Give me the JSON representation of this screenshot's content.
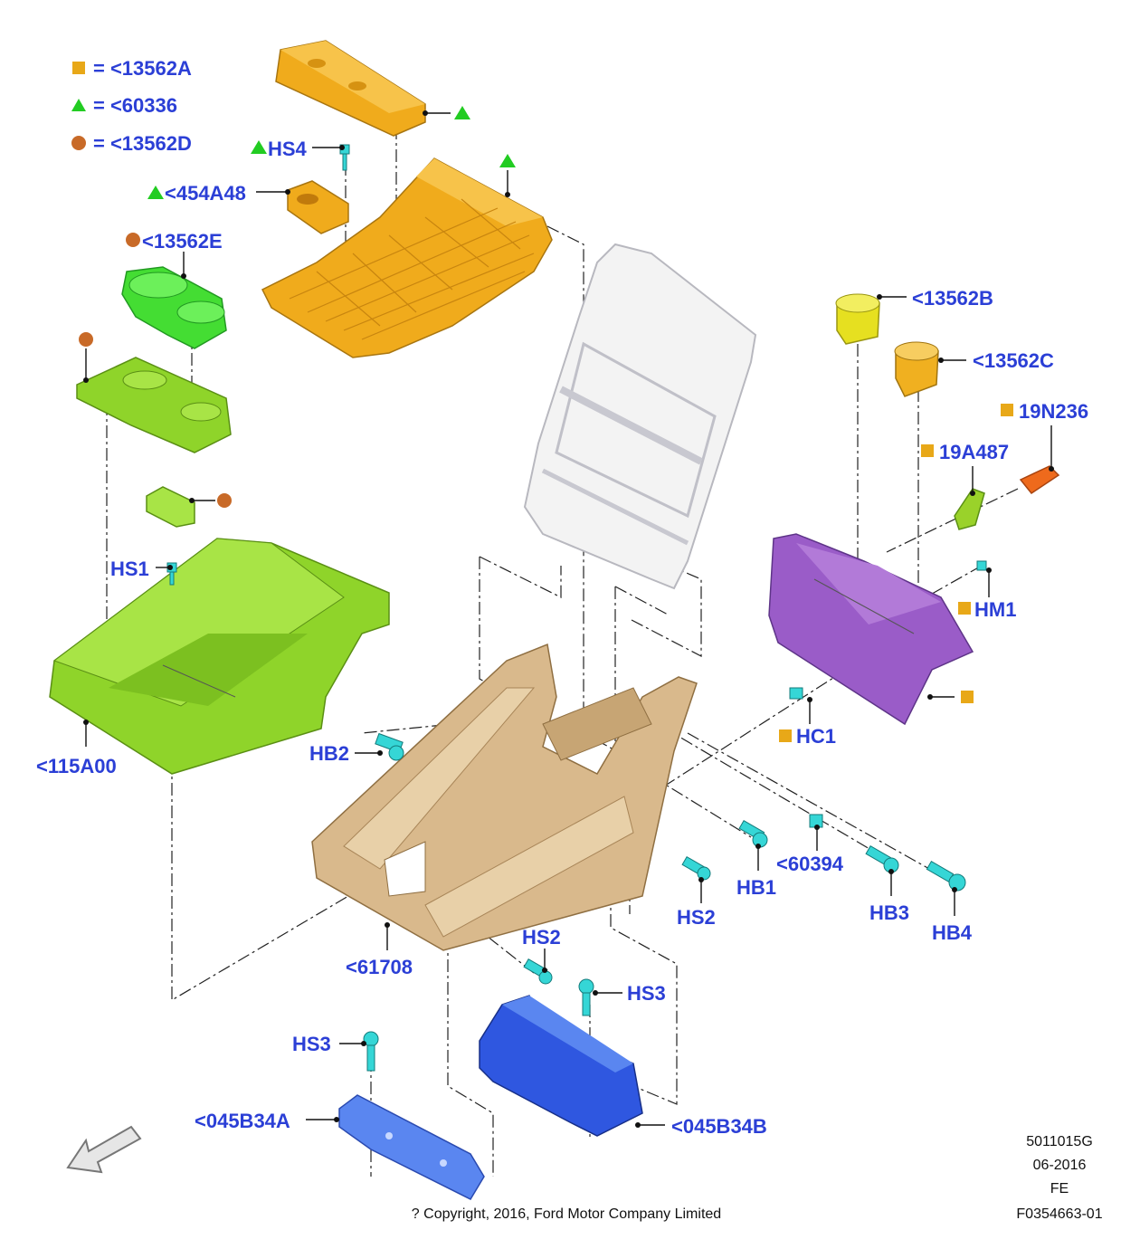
{
  "legend": [
    {
      "symbol": "square",
      "color": "#e8a818",
      "text": "= <13562A"
    },
    {
      "symbol": "triangle",
      "color": "#22cc22",
      "text": "= <60336"
    },
    {
      "symbol": "circle",
      "color": "#c86a28",
      "text": "= <13562D"
    }
  ],
  "labels": {
    "hs4": "HS4",
    "p454a48": "<454A48",
    "p13562e": "<13562E",
    "p13562b": "<13562B",
    "p13562c": "<13562C",
    "p19n236": "19N236",
    "p19a487": "19A487",
    "hm1": "HM1",
    "hs1": "HS1",
    "p115a00": "<115A00",
    "hc1": "HC1",
    "hb2": "HB2",
    "p60394": "<60394",
    "hb1": "HB1",
    "hb3": "HB3",
    "hb4": "HB4",
    "hs2a": "HS2",
    "hs2b": "HS2",
    "p61708": "<61708",
    "hs3a": "HS3",
    "hs3b": "HS3",
    "p045b34a": "<045B34A",
    "p045b34b": "<045B34B"
  },
  "footer": {
    "code": "5011015G",
    "date": "06-2016",
    "region": "FE",
    "ref": "F0354663-01",
    "copyright": "? Copyright, 2016, Ford Motor Company Limited"
  },
  "colors": {
    "label": "#2b3fd6",
    "orange_part": "#f0ab1c",
    "green_part": "#8fd42a",
    "bright_green_part": "#44dd33",
    "yellow_part": "#e6e020",
    "purple_part": "#9a5cc8",
    "tan_frame": "#d9b98c",
    "blue_bracket": "#2f57e0",
    "light_blue_bracket": "#5a86f0",
    "bolt": "#35d6d6"
  }
}
